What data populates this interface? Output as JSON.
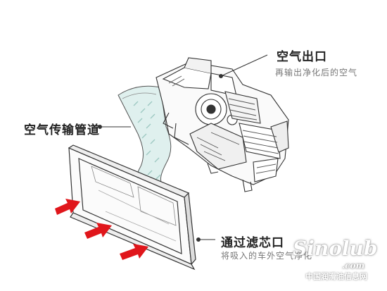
{
  "labels": {
    "air_outlet": {
      "title": "空气出口",
      "subtitle": "再输出净化后的空气"
    },
    "air_duct": {
      "title": "空气传输管道"
    },
    "filter_inlet": {
      "title": "通过滤芯口",
      "subtitle": "将吸入的车外空气净化"
    }
  },
  "watermark": {
    "brand": "Sinolub",
    "domain": ".com",
    "site_name": "中国润滑油信息网"
  },
  "colors": {
    "arrow": "#e0161b",
    "outline": "#333333",
    "duct_fill": "#dff0ee",
    "label_text": "#222222",
    "subtitle_text": "#777777"
  },
  "icons": {
    "intake_arrows": "arrow-right-icon",
    "leader_dot": "dot-icon"
  }
}
